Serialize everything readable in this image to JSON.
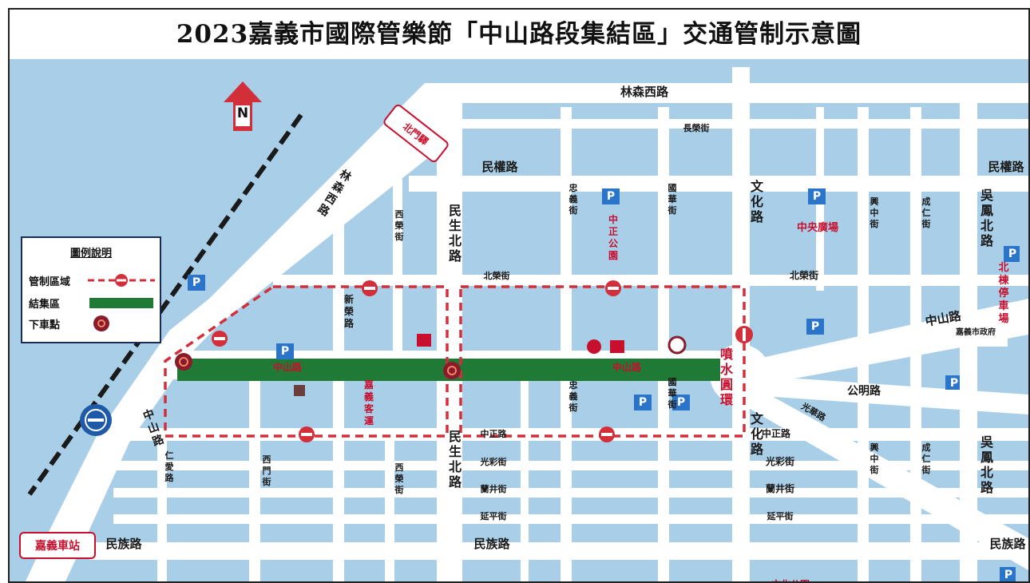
{
  "title": "2023嘉義市國際管樂節「中山路段集結區」交通管制示意圖",
  "colors": {
    "block": "#a9cfe8",
    "road": "#ffffff",
    "control": "#d32f3a",
    "assembly": "#1f7a35",
    "parking": "#2a74c9",
    "label": "#1a1a1a",
    "label_red": "#c8102e",
    "rail": "#1a1a1a"
  },
  "north": {
    "label": "N"
  },
  "legend": {
    "title": "圖例說明",
    "items": [
      {
        "label": "管制區域",
        "symbol": "control-line"
      },
      {
        "label": "結集區",
        "symbol": "assembly-bar"
      },
      {
        "label": "下車點",
        "symbol": "dropoff-dot"
      }
    ]
  },
  "signs": {
    "top": "北門驛",
    "bottom": "嘉義車站"
  },
  "streets": [
    {
      "name": "林森西路"
    },
    {
      "name": "長榮街"
    },
    {
      "name": "民權路"
    },
    {
      "name": "民權路"
    },
    {
      "name": "林森西路"
    },
    {
      "name": "西榮街"
    },
    {
      "name": "民生北路"
    },
    {
      "name": "忠義街"
    },
    {
      "name": "國華街"
    },
    {
      "name": "文化路"
    },
    {
      "name": "興中街"
    },
    {
      "name": "成仁街"
    },
    {
      "name": "吳鳳北路"
    },
    {
      "name": "北榮街"
    },
    {
      "name": "北榮街"
    },
    {
      "name": "新榮路"
    },
    {
      "name": "中山路"
    },
    {
      "name": "中山路"
    },
    {
      "name": "中山路"
    },
    {
      "name": "公明路"
    },
    {
      "name": "光華路"
    },
    {
      "name": "忠義街"
    },
    {
      "name": "國華街"
    },
    {
      "name": "中正路"
    },
    {
      "name": "中正路"
    },
    {
      "name": "中山路"
    },
    {
      "name": "民生北路"
    },
    {
      "name": "文化路"
    },
    {
      "name": "仁愛路"
    },
    {
      "name": "西門街"
    },
    {
      "name": "西榮街"
    },
    {
      "name": "光彩街"
    },
    {
      "name": "光彩街"
    },
    {
      "name": "蘭井街"
    },
    {
      "name": "蘭井街"
    },
    {
      "name": "延平街"
    },
    {
      "name": "延平街"
    },
    {
      "name": "興中街"
    },
    {
      "name": "成仁街"
    },
    {
      "name": "吳鳳北路"
    },
    {
      "name": "民族路"
    },
    {
      "name": "民族路"
    },
    {
      "name": "民族路"
    }
  ],
  "places": [
    {
      "name": "中正公園"
    },
    {
      "name": "中央廣場"
    },
    {
      "name": "北棟停車場"
    },
    {
      "name": "嘉義客運"
    },
    {
      "name": "噴水圓環"
    },
    {
      "name": "嘉義市政府"
    },
    {
      "name": "文化公園"
    }
  ],
  "parking_label": "P"
}
